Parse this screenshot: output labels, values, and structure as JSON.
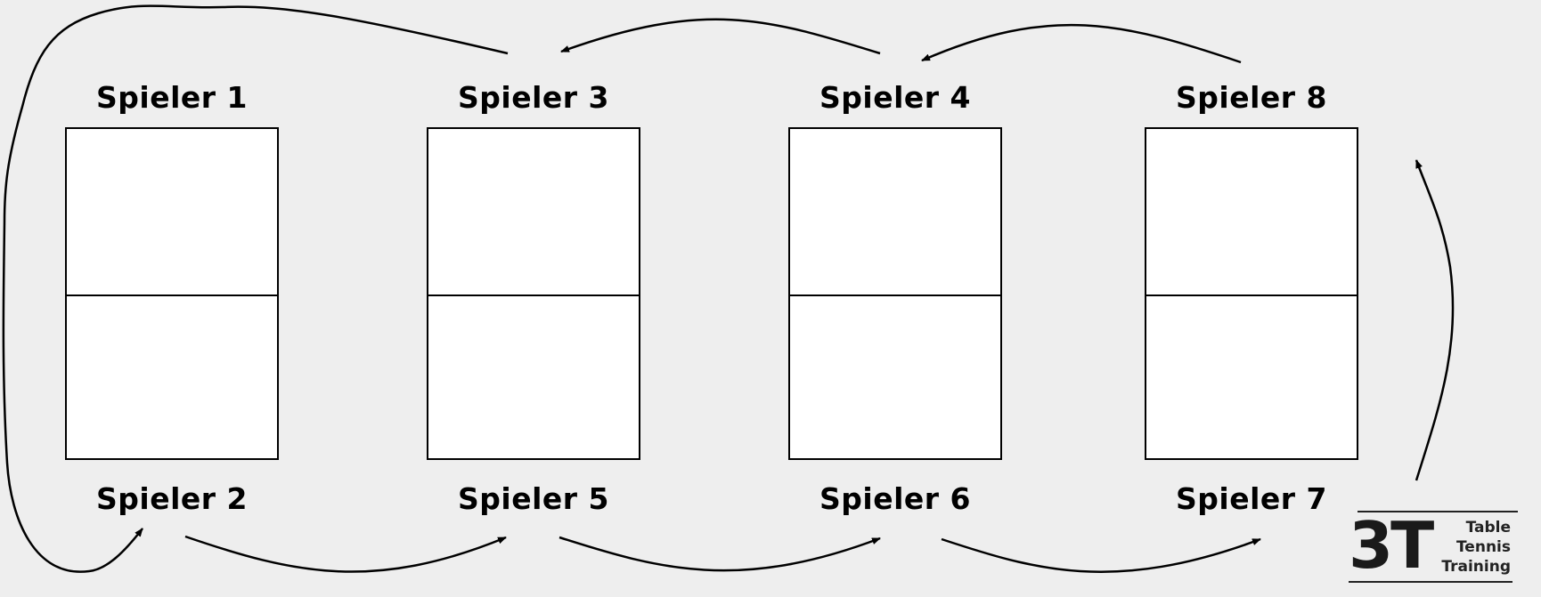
{
  "players": {
    "p1": "Spieler 1",
    "p2": "Spieler 2",
    "p3": "Spieler 3",
    "p4": "Spieler 4",
    "p5": "Spieler 5",
    "p6": "Spieler 6",
    "p7": "Spieler 7",
    "p8": "Spieler 8"
  },
  "logo": {
    "mark": "3T",
    "line1": "Table",
    "line2": "Tennis",
    "line3": "Training"
  },
  "colors": {
    "background": "#eeeeee",
    "table": "#ffffff",
    "line": "#000000"
  }
}
